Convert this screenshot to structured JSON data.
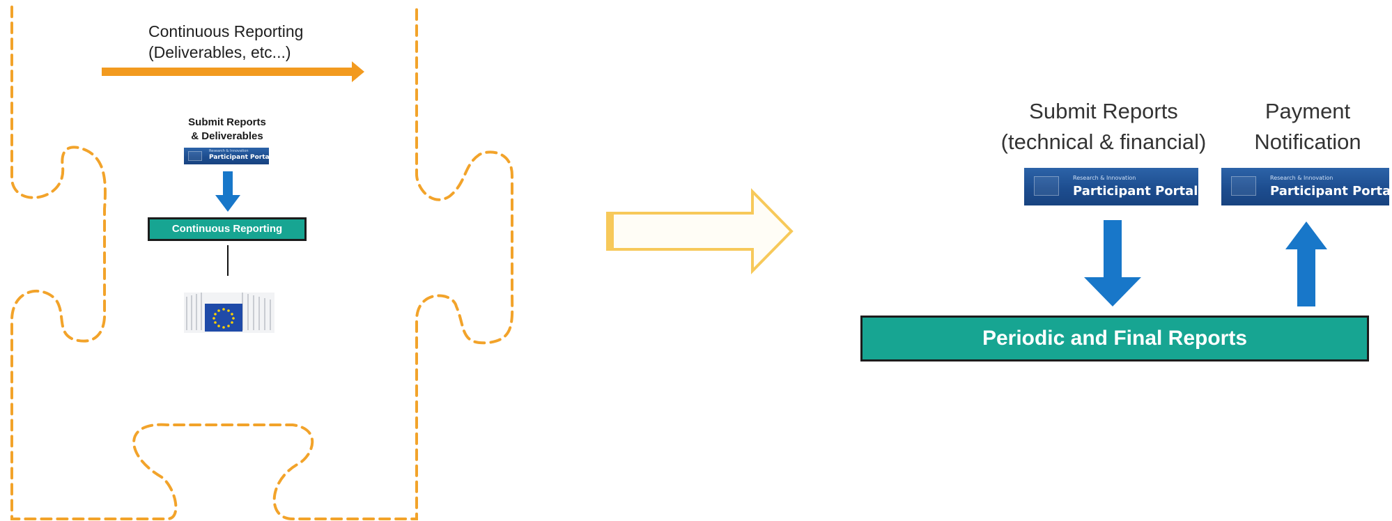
{
  "left_panel": {
    "continuous_title_line1": "Continuous Reporting",
    "continuous_title_line2": "(Deliverables, etc...)",
    "submit_line1": "Submit Reports",
    "submit_line2": "& Deliverables",
    "portal_small_super": "Research & Innovation",
    "portal_small_main": "Participant Portal",
    "continuous_box_label": "Continuous Reporting",
    "building_icon": "european-commission-building-icon"
  },
  "right_panel": {
    "submit_line1": "Submit Reports",
    "submit_line2": "(technical  & financial)",
    "payment_line1": "Payment",
    "payment_line2": "Notification",
    "portal_super": "Research & Innovation",
    "portal_main": "Participant Portal",
    "periodic_box_label": "Periodic and Final Reports"
  },
  "colors": {
    "puzzle_dash": "#f2a32a",
    "orange_arrow": "#f29a1f",
    "hollow_arrow": "#f7c95a",
    "blue_arrow": "#1877c9",
    "teal_box": "#17a592",
    "portal_blue": "#1d4d8f",
    "eu_blue": "#1f4aa8",
    "eu_star": "#ffd200"
  }
}
